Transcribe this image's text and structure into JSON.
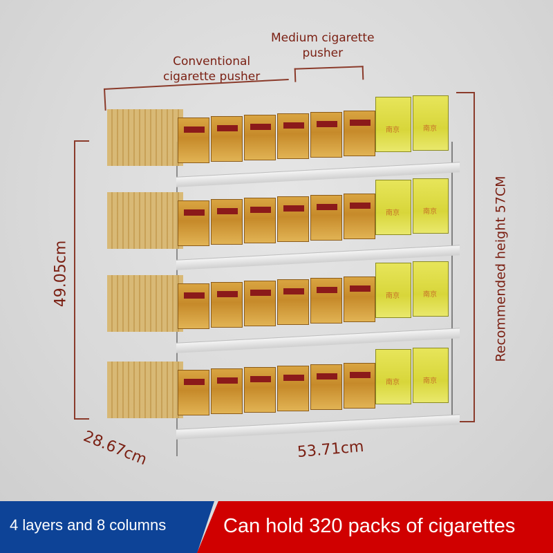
{
  "annotations": {
    "conventional_pusher": "Conventional\ncigarette pusher",
    "conventional_line1": "Conventional",
    "conventional_line2": "cigarette pusher",
    "medium_line1": "Medium cigarette",
    "medium_line2": "pusher",
    "height_left": "49.05cm",
    "depth": "28.67cm",
    "width": "53.71cm",
    "recommended_height": "Recommended height 57CM"
  },
  "product": {
    "layers": 4,
    "columns": 8,
    "pack_brand_text": "南京",
    "colors": {
      "gold_pack": "#c68a2a",
      "yellow_pack": "#e0de4a",
      "annotation_text": "#7a1f12"
    }
  },
  "banner": {
    "left_text": "4 layers and 8 columns",
    "right_text": "Can hold 320 packs of cigarettes",
    "left_color": "#0d4397",
    "right_color": "#d00000"
  }
}
